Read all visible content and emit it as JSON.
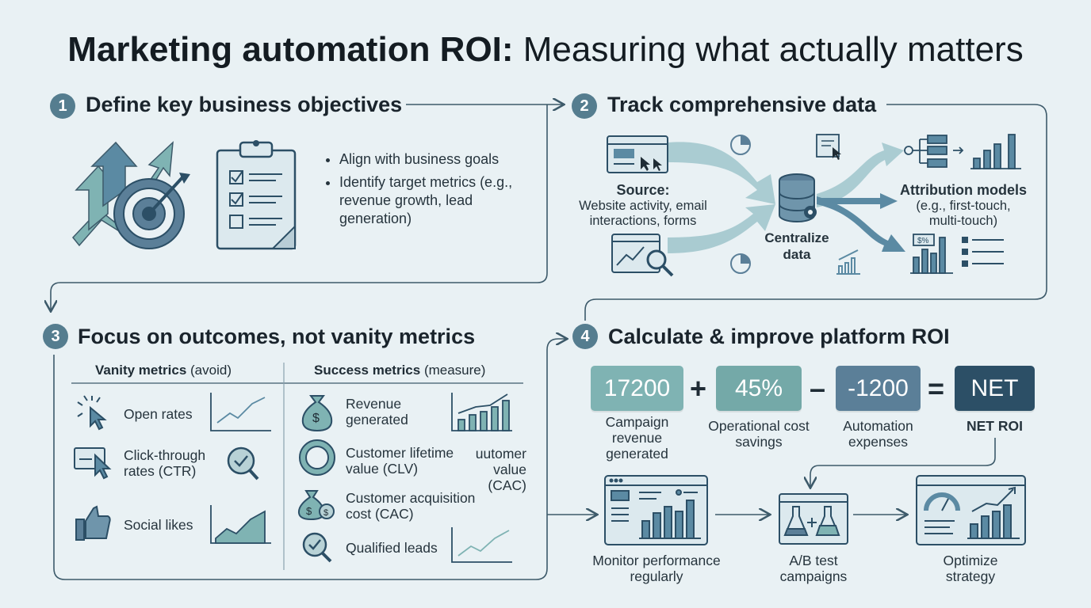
{
  "title": {
    "bold": "Marketing automation ROI:",
    "regular": " Measuring what actually matters"
  },
  "step1": {
    "num": "1",
    "title": "Define key business objectives",
    "bullets": [
      "Align with business goals",
      "Identify target metrics (e.g., revenue growth, lead generation)"
    ]
  },
  "step2": {
    "num": "2",
    "title": "Track comprehensive data",
    "source_title": "Source:",
    "source_desc": "Website activity, email interactions, forms",
    "centralize": "Centralize data",
    "attribution_title": "Attribution models",
    "attribution_desc": "(e.g., first-touch, multi-touch)"
  },
  "step3": {
    "num": "3",
    "title": "Focus on outcomes, not vanity metrics",
    "vanity_head": "Vanity metrics",
    "vanity_note": "(avoid)",
    "success_head": "Success metrics",
    "success_note": "(measure)",
    "vanity": [
      "Open rates",
      "Click-through rates (CTR)",
      "Social likes"
    ],
    "success": [
      "Revenue generated",
      "Customer lifetime value (CLV)",
      "Customer acquisition cost (CAC)",
      "Qualified leads"
    ],
    "overlap_text": "uutomer value (CAC)"
  },
  "step4": {
    "num": "4",
    "title": "Calculate & improve platform ROI",
    "boxes": [
      {
        "value": "17200",
        "label": "Campaign revenue generated"
      },
      {
        "value": "45%",
        "label": "Operational cost savings"
      },
      {
        "value": "-1200",
        "label": "Automation expenses"
      },
      {
        "value": "NET",
        "label": "NET ROI"
      }
    ],
    "ops": [
      "+",
      "–",
      "="
    ],
    "cycle": [
      "Monitor performance regularly",
      "A/B test campaigns",
      "Optimize strategy"
    ],
    "sub_marks": {
      "dollar_label": "$%"
    }
  },
  "colors": {
    "accent": "#557d8f",
    "teal_light": "#7fb3b3",
    "teal": "#74a9a8",
    "slate": "#5b7f98",
    "navy": "#2c4f66",
    "background": "#e9f1f4"
  }
}
